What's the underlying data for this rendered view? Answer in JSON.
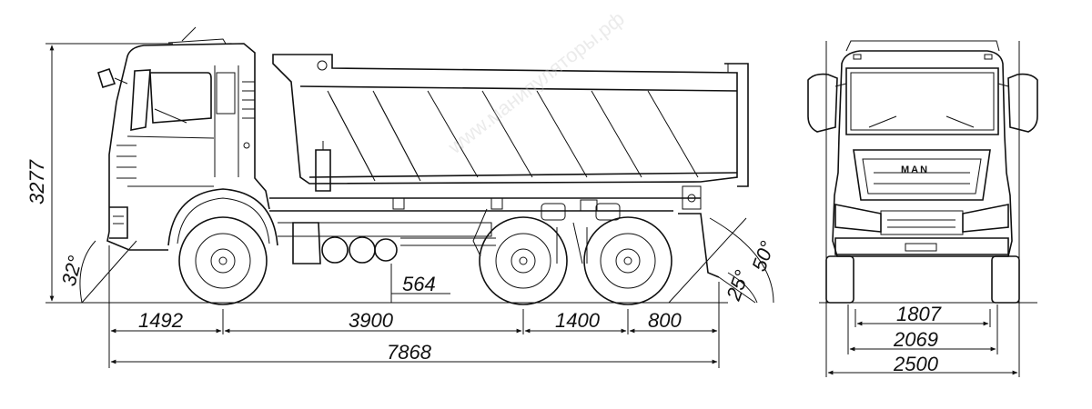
{
  "watermark": "www.манипуляторы.рф",
  "brand": "MAN",
  "dimensions": {
    "height_total": "3277",
    "approach_angle": "32°",
    "ground_clearance": "564",
    "departure_angle": "50°",
    "ramp_angle": "25°",
    "front_overhang": "1492",
    "wheelbase_1": "3900",
    "wheelbase_2": "1400",
    "rear_overhang": "800",
    "length_total": "7868",
    "track_inner": "1807",
    "track_outer": "2069",
    "width_total": "2500"
  }
}
